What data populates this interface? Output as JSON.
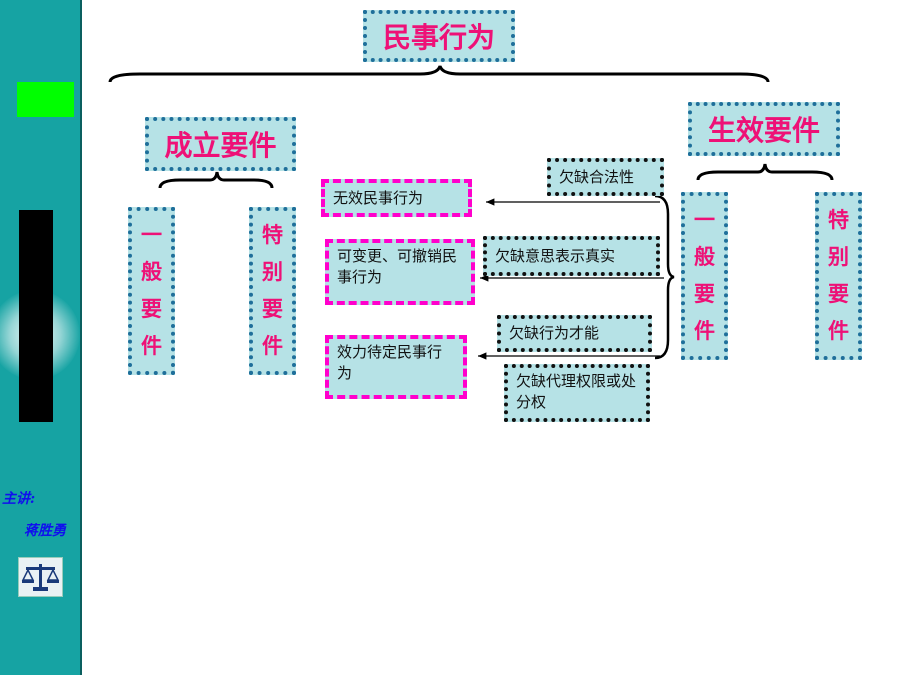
{
  "sidebar": {
    "lecturer_label": "主讲:",
    "lecturer_name": "蒋胜勇",
    "logo_icon": "scales-of-justice-icon"
  },
  "diagram": {
    "title": "民事行为",
    "formation": {
      "title": "成立要件",
      "general": [
        "一",
        "般",
        "要",
        "件"
      ],
      "special": [
        "特",
        "别",
        "要",
        "件"
      ]
    },
    "effectiveness": {
      "title": "生效要件",
      "general": [
        "一",
        "般",
        "要",
        "件"
      ],
      "special": [
        "特",
        "别",
        "要",
        "件"
      ]
    },
    "outcomes": {
      "invalid": "无效民事行为",
      "voidable": "可变更、可撤销民事行为",
      "pending": "效力待定民事行为"
    },
    "defects": {
      "legality": "欠缺合法性",
      "intent": "欠缺意思表示真实",
      "capacity": "欠缺行为才能",
      "authority": "欠缺代理权限或处分权"
    }
  },
  "colors": {
    "sidebar": "#16a3a3",
    "accent_green": "#00ff00",
    "box_fill": "#b6e2e6",
    "title_text": "#ee1177",
    "dotted_blue": "#1f6f9a",
    "dashed_pink": "#ff00cc"
  }
}
